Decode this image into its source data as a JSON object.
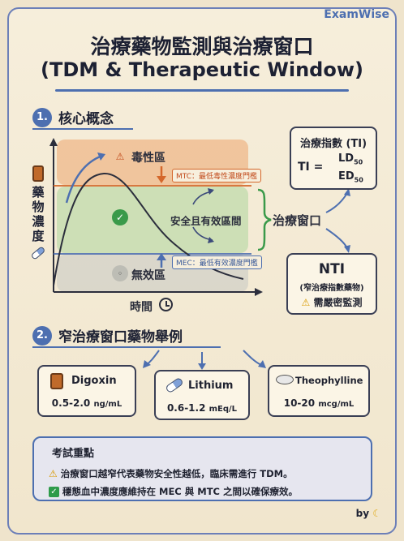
{
  "brand": "ExamWise",
  "title_zh": "治療藥物監測與治療窗口",
  "title_en": "(TDM & Therapeutic Window)",
  "section1": {
    "num": "1.",
    "label": "核心概念"
  },
  "section2": {
    "num": "2.",
    "label": "窄治療窗口藥物舉例"
  },
  "graph": {
    "ylabel_chars": [
      "藥",
      "物",
      "濃",
      "度"
    ],
    "xlabel": "時間",
    "toxic_zone": "毒性區",
    "mtc_tag": "MTC：最低毒性濃度門檻",
    "safe_zone": "安全且有效區間",
    "mec_tag": "MEC：最低有效濃度門檻",
    "ineffective_zone": "無效區",
    "window_label": "治療窗口",
    "colors": {
      "toxic": "#efb88a",
      "safe": "#c5ddb0",
      "ineffective": "#c9c9c4",
      "mtc_line": "#d4672b",
      "mec_line": "#4d6fb0"
    }
  },
  "ti_box": {
    "title": "治療指數 (TI)",
    "lhs": "TI =",
    "numerator": "LD",
    "numerator_sub": "50",
    "denominator": "ED",
    "denominator_sub": "50"
  },
  "nti_box": {
    "title": "NTI",
    "subtitle": "(窄治療指數藥物)",
    "warning": "需嚴密監測"
  },
  "drugs": [
    {
      "name": "Digoxin",
      "dose": "0.5-2.0",
      "unit": "ng/mL",
      "icon": "pill-bottle-icon"
    },
    {
      "name": "Lithium",
      "dose": "0.6-1.2",
      "unit": "mEq/L",
      "icon": "capsule-icon"
    },
    {
      "name": "Theophylline",
      "dose": "10-20",
      "unit": "mcg/mL",
      "icon": "tablet-icon"
    }
  ],
  "key_points": {
    "title": "考試重點",
    "line1": "治療窗口越窄代表藥物安全性越低，臨床需進行 TDM。",
    "line2": "穩態血中濃度應維持在 MEC 與 MTC 之間以確保療效。"
  },
  "by": "by"
}
